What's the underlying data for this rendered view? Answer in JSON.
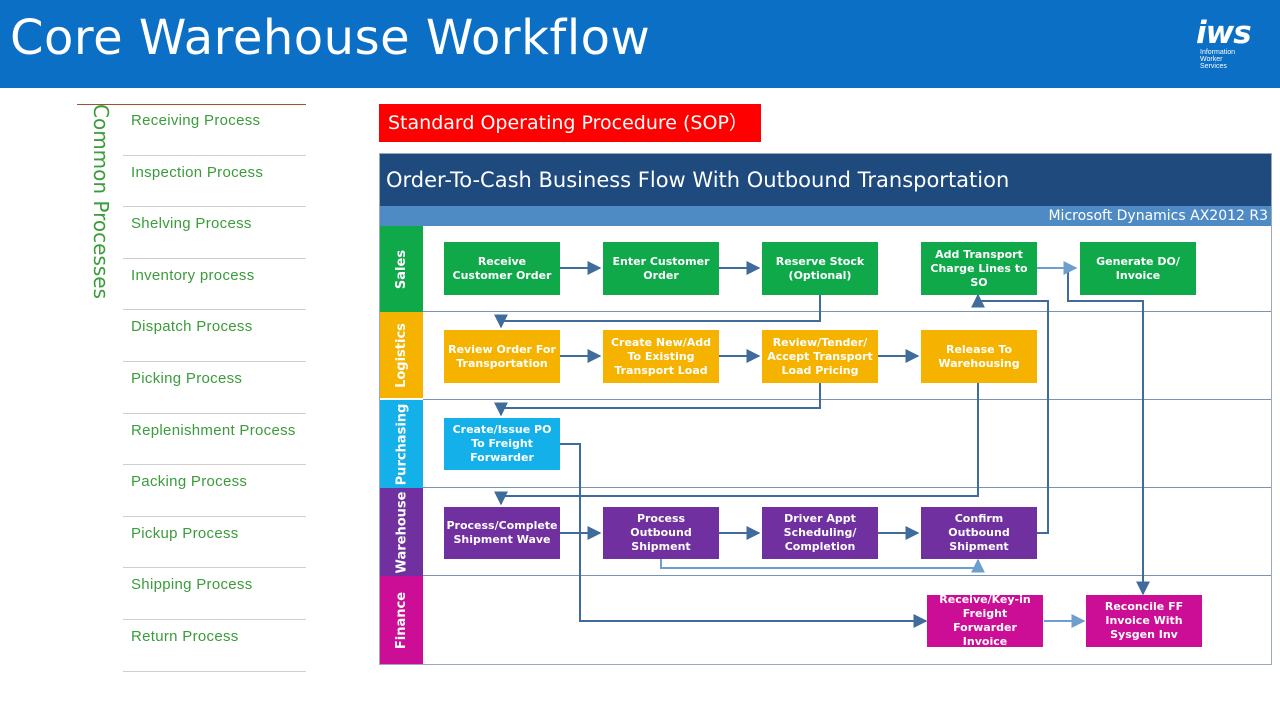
{
  "header": {
    "title": "Core Warehouse Workflow",
    "logo_text": "iws",
    "logo_tagline": [
      "Information",
      "Worker",
      "Services"
    ]
  },
  "sidebar": {
    "title": "Common Processes",
    "items": [
      {
        "label": "Receiving Process"
      },
      {
        "label": "Inspection Process"
      },
      {
        "label": "Shelving Process"
      },
      {
        "label": "Inventory process"
      },
      {
        "label": "Dispatch Process"
      },
      {
        "label": "Picking Process"
      },
      {
        "label": "Replenishment Process"
      },
      {
        "label": "Packing Process"
      },
      {
        "label": "Pickup Process"
      },
      {
        "label": "Shipping Process"
      },
      {
        "label": "Return Process"
      }
    ]
  },
  "sop_label": "Standard Operating Procedure (SOP）",
  "flow": {
    "title": "Order-To-Cash Business Flow With Outbound Transportation",
    "subtitle": "Microsoft Dynamics AX2012 R3",
    "lanes": [
      {
        "label": "Sales",
        "color": "#10a94a"
      },
      {
        "label": "Logistics",
        "color": "#f5b300"
      },
      {
        "label": "Purchasing",
        "color": "#13b0ea"
      },
      {
        "label": "Warehouse",
        "color": "#7030a0"
      },
      {
        "label": "Finance",
        "color": "#cc0e96"
      }
    ],
    "steps": {
      "receive_order": "Receive Customer Order",
      "enter_order": "Enter Customer Order",
      "reserve_stock": "Reserve Stock (Optional)",
      "add_transport": "Add Transport Charge Lines to SO",
      "generate_do": "Generate DO/ Invoice",
      "review_order": "Review Order For Transportation",
      "create_load": "Create New/Add To Existing Transport Load",
      "review_tender": "Review/Tender/ Accept Transport Load Pricing",
      "release_wh": "Release To Warehousing",
      "create_po": "Create/Issue PO To Freight Forwarder",
      "process_wave": "Process/Complete Shipment Wave",
      "process_outbound": "Process  Outbound Shipment",
      "driver_appt": "Driver Appt Scheduling/ Completion",
      "confirm_outbound": "Confirm Outbound Shipment",
      "receive_ff": "Receive/Key-in Freight Forwarder Invoice",
      "reconcile_ff": "Reconcile FF Invoice With Sysgen Inv"
    },
    "arrow_color": "#3f6c9c"
  }
}
